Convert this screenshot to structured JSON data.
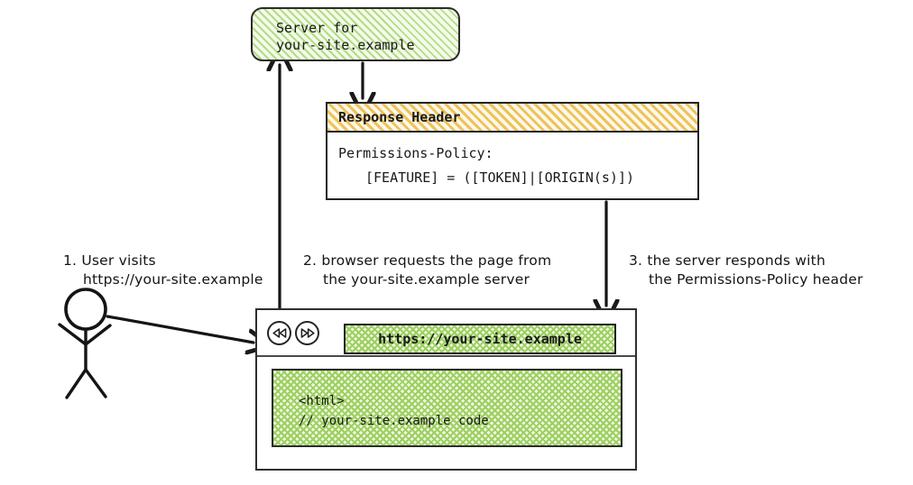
{
  "diagram": {
    "title": "Permissions-Policy response header flow",
    "colors": {
      "green_hatch": "#9ccf5f",
      "green_light": "#b4dc84",
      "orange_hatch": "#eec25a",
      "stroke": "#232323",
      "background": "#ffffff"
    }
  },
  "server_node": {
    "line1": "Server for",
    "line2": "your-site.example",
    "text": "Server for\nyour-site.example"
  },
  "response_header": {
    "title": "Response Header",
    "body_line1": "Permissions-Policy:",
    "body_line2": "[FEATURE] = ([TOKEN]|[ORIGIN(s)])"
  },
  "browser": {
    "back_icon": "rewind-double-triangle-icon",
    "forward_icon": "fast-forward-double-triangle-icon",
    "url": "https://your-site.example",
    "page_code_line1": "<html>",
    "page_code_line2": "// your-site.example code"
  },
  "actor": {
    "icon": "stick-figure-user-icon"
  },
  "annotations": [
    {
      "number": "1.",
      "line1": "User visits",
      "line2": "https://your-site.example",
      "text": "1. User visits\nhttps://your-site.example"
    },
    {
      "number": "2.",
      "line1": "browser requests the page from",
      "line2": "the your-site.example server",
      "text": "2. browser requests the page from\nthe your-site.example server"
    },
    {
      "number": "3.",
      "line1": "the server responds with",
      "line2": "the Permissions-Policy header",
      "text": "3. the server responds with\nthe Permissions-Policy header"
    }
  ],
  "arrows": [
    {
      "name": "user-to-browser-arrow",
      "direction": "right"
    },
    {
      "name": "browser-to-server-arrow",
      "direction": "up"
    },
    {
      "name": "server-to-header-arrow",
      "direction": "down"
    },
    {
      "name": "header-to-browser-arrow",
      "direction": "down"
    }
  ]
}
